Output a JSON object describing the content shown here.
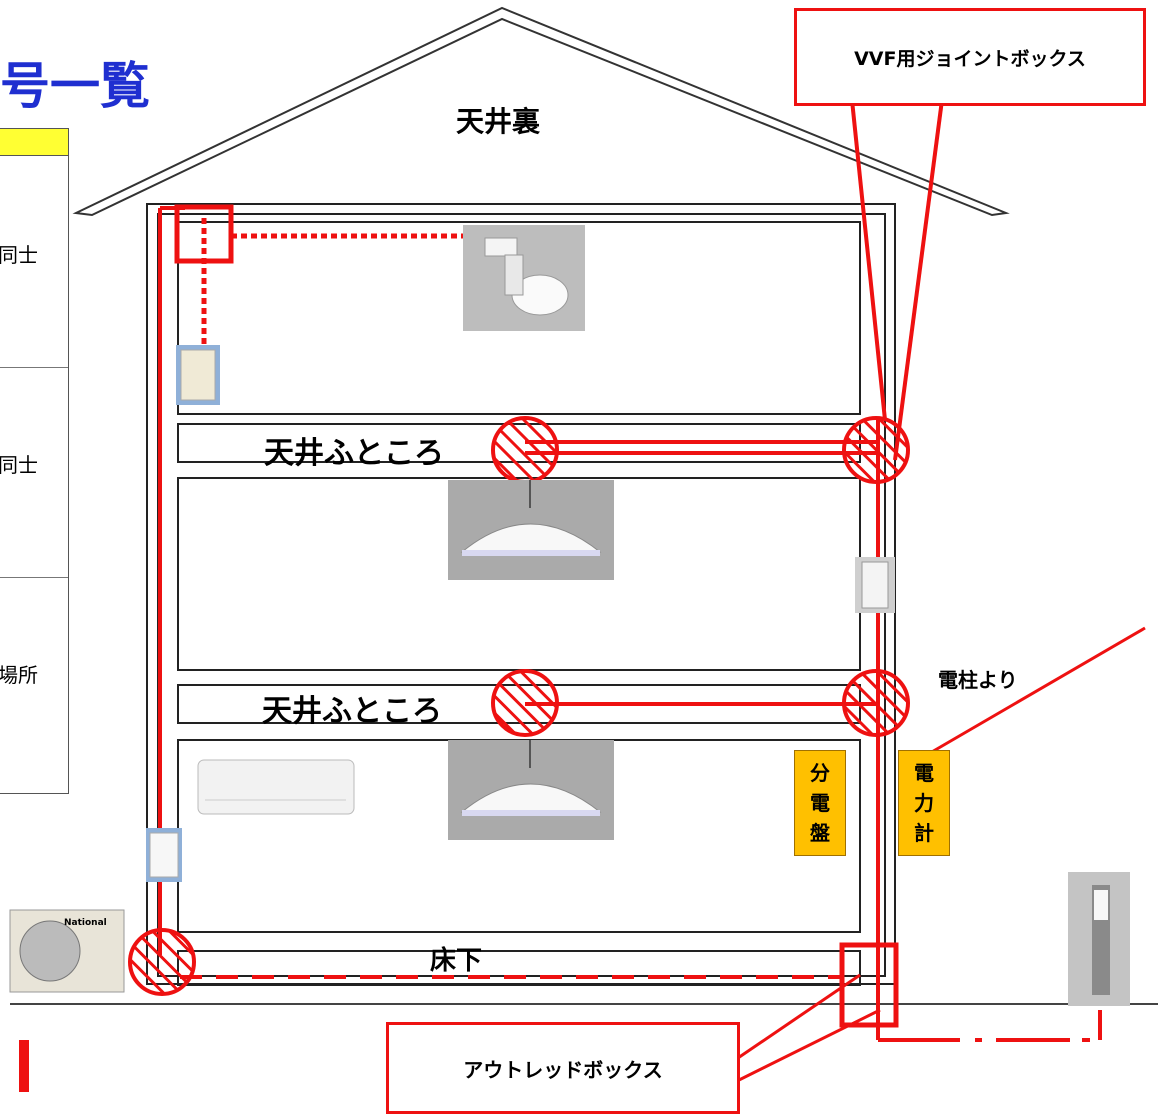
{
  "title": "号一覧",
  "legend": {
    "rows": [
      {
        "text": "同士"
      },
      {
        "text": "同士"
      },
      {
        "text": "場所"
      }
    ]
  },
  "house": {
    "attic_label": "天井裏",
    "ceiling_space_label_upper": "天井ふところ",
    "ceiling_space_label_lower": "天井ふところ",
    "underfloor_label": "床下"
  },
  "callouts": {
    "joint_box": "VVF用ジョイントボックス",
    "outlet_box": "アウトレッドボックス"
  },
  "equipment": {
    "distribution_board_label": [
      "分",
      "電",
      "盤"
    ],
    "power_meter_label": [
      "電",
      "力",
      "計"
    ],
    "from_pole_label": "電柱より",
    "outdoor_unit_brand": "National"
  },
  "colors": {
    "wire": "#ee1111",
    "title": "#1f2fd0",
    "legend_header": "#ffff33",
    "panel": "#ffc000"
  }
}
